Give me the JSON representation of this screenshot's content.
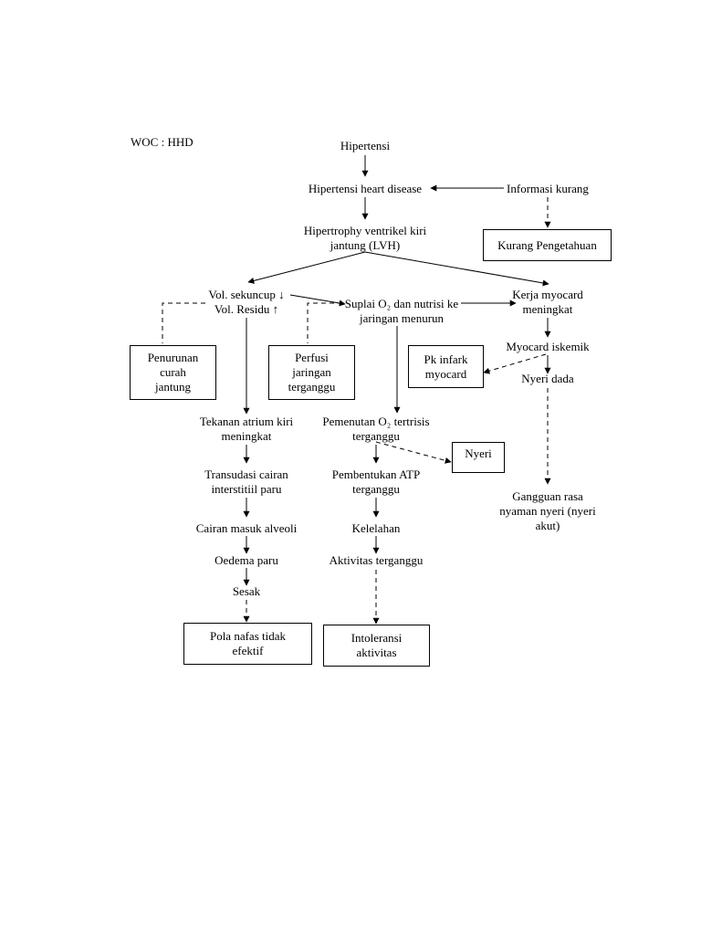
{
  "title": "WOC : HHD",
  "nodes": {
    "hipertensi": "Hipertensi",
    "hhd": "Hipertensi heart disease",
    "informasi_kurang": "Informasi kurang",
    "kurang_pengetahuan": "Kurang Pengetahuan",
    "lvh_1": "Hipertrophy ventrikel kiri",
    "lvh_2": "jantung (LVH)",
    "vol_sekuncup": "Vol. sekuncup ↓",
    "vol_residu": "Vol. Residu ↑",
    "suplai_1": "Suplai O₂ dan nutrisi ke",
    "suplai_2": "jaringan menurun",
    "kerja_1": "Kerja myocard",
    "kerja_2": "meningkat",
    "penurunan_1": "Penurunan",
    "penurunan_2": "curah",
    "penurunan_3": "jantung",
    "perfusi_1": "Perfusi",
    "perfusi_2": "jaringan",
    "perfusi_3": "terganggu",
    "pk_1": "Pk infark",
    "pk_2": "myocard",
    "myocard_iskemik": "Myocard iskemik",
    "nyeri_dada": "Nyeri dada",
    "tekanan_1": "Tekanan atrium kiri",
    "tekanan_2": "meningkat",
    "pemenuhan_1": "Pemenutan O₂ tertrisis",
    "pemenuhan_2": "terganggu",
    "nyeri": "Nyeri",
    "transudasi_1": "Transudasi cairan",
    "transudasi_2": "interstitiil paru",
    "atp_1": "Pembentukan ATP",
    "atp_2": "terganggu",
    "gangguan_1": "Gangguan rasa",
    "gangguan_2": "nyaman nyeri (nyeri",
    "gangguan_3": "akut)",
    "cairan": "Cairan masuk alveoli",
    "kelelahan": "Kelelahan",
    "oedema": "Oedema paru",
    "aktivitas": "Aktivitas terganggu",
    "sesak": "Sesak",
    "pola_1": "Pola nafas tidak",
    "pola_2": "efektif",
    "intoleransi_1": "Intoleransi",
    "intoleransi_2": "aktivitas"
  }
}
